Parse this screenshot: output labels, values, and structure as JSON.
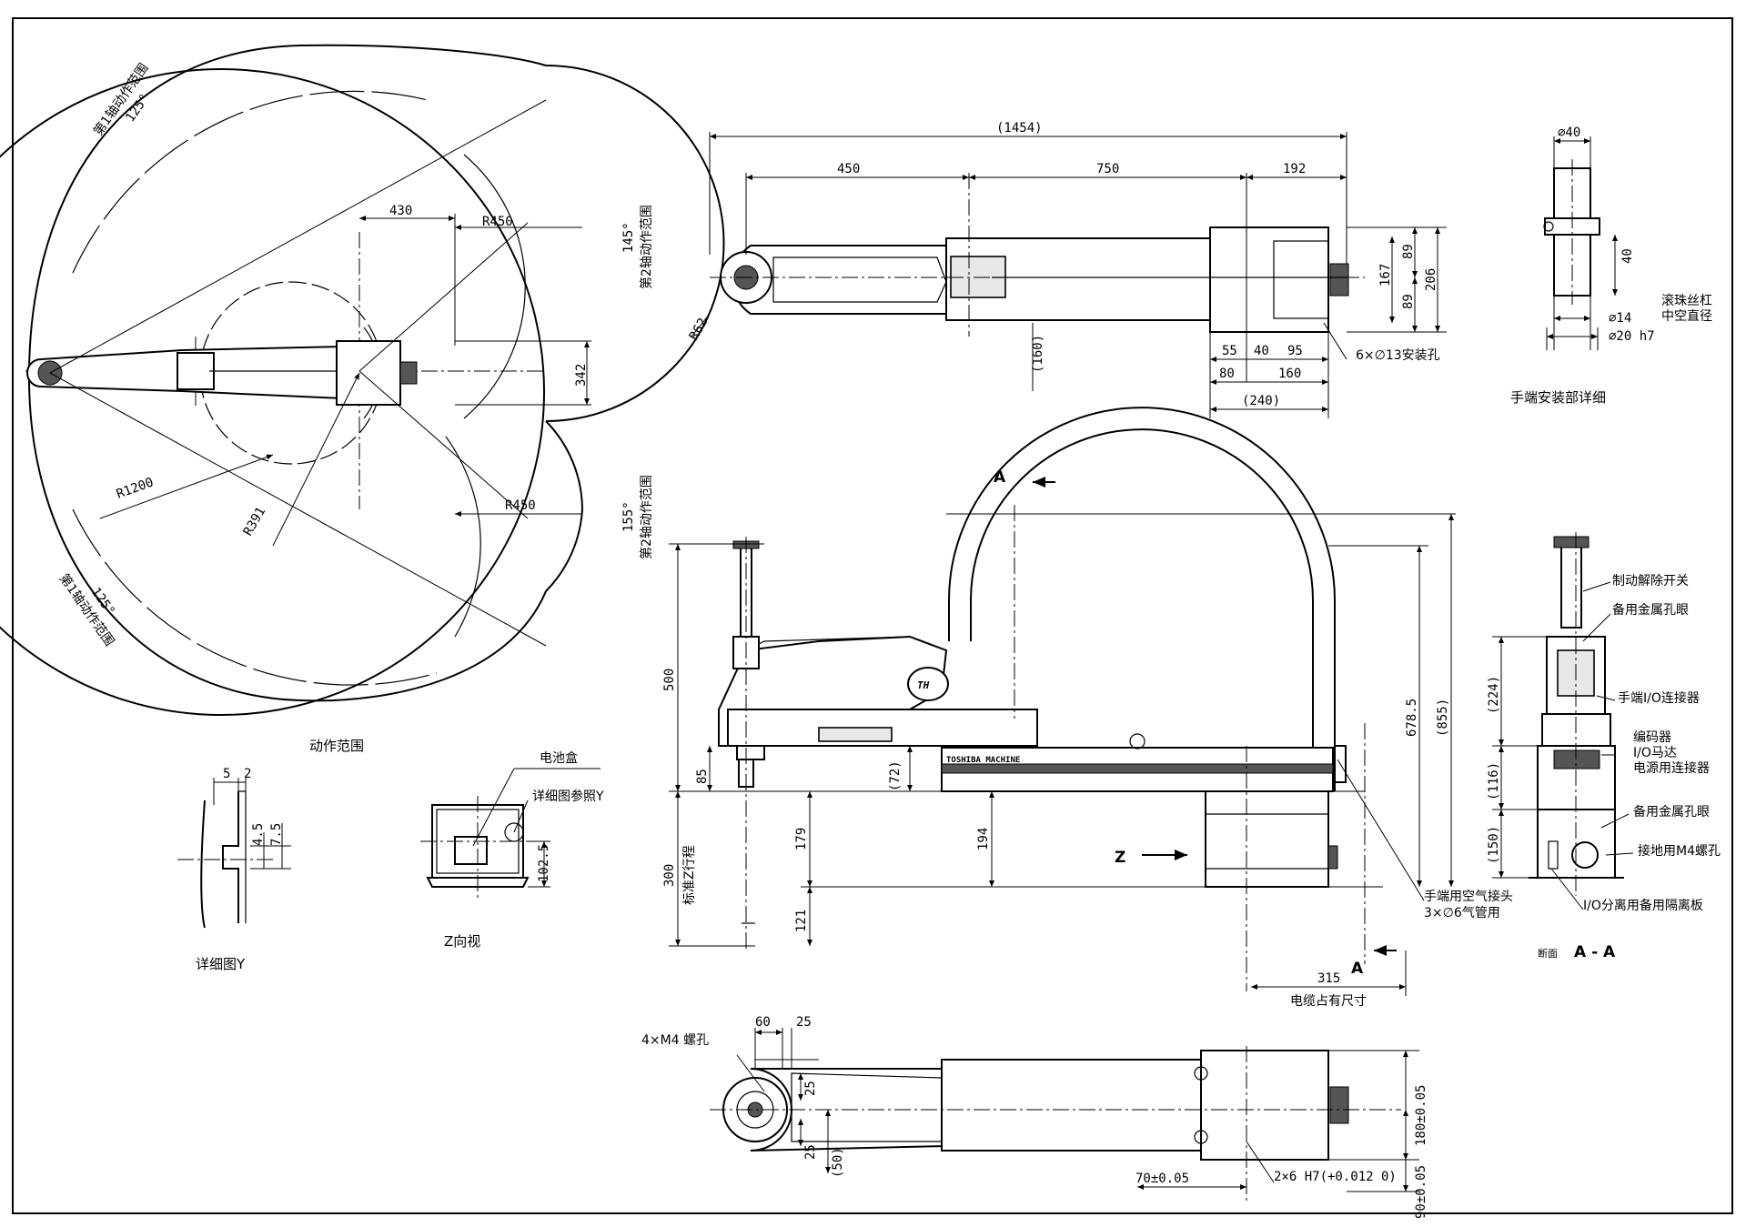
{
  "plan_view": {
    "range_axis1_top": "第1轴动作范围",
    "angle_axis1_top": "125°",
    "range_axis1_bottom": "第1轴动作范围",
    "angle_axis1_bottom": "125°",
    "range_axis2_top": "第2轴动作范围",
    "angle_axis2_top": "145°",
    "range_axis2_bottom": "第2轴动作范围",
    "angle_axis2_bottom": "155°",
    "dim_430": "430",
    "r450_top": "R450",
    "r450_bottom": "R450",
    "r1200": "R1200",
    "r391": "R391",
    "dim_342": "342",
    "caption": "动作范围"
  },
  "top_view": {
    "overall": "(1454)",
    "d450": "450",
    "d750": "750",
    "d192": "192",
    "r62": "R62",
    "d160v": "(160)",
    "d167": "167",
    "d89a": "89",
    "d89b": "89",
    "d206": "206",
    "d55": "55",
    "d40": "40",
    "d95": "95",
    "d80": "80",
    "d160": "160",
    "d240": "(240)",
    "holes": "6×∅13安装孔"
  },
  "flange_detail": {
    "d40top": "∅40",
    "d40v": "40",
    "d14": "∅14",
    "d20": "∅20 h7",
    "ballscrew": "滚珠丝杠",
    "hollow": "中空直径",
    "caption": "手端安装部详细"
  },
  "side_view": {
    "arrow_a_top": "A",
    "d500": "500",
    "d85": "85",
    "d72": "(72)",
    "d194": "194",
    "d179": "179",
    "d300": "300",
    "stroke": "标准Z行程",
    "d121": "121",
    "d678": "678.5",
    "d855": "(855)",
    "z_label": "Z",
    "air1": "手端用空气接头",
    "air2": "3×∅6气管用",
    "arrow_a_bottom": "A",
    "d315": "315",
    "cable": "电缆占有尺寸",
    "brand": "TOSHIBA MACHINE",
    "logo": "TH"
  },
  "section_aa": {
    "brake": "制动解除开关",
    "spare1": "备用金属孔眼",
    "d224": "(224)",
    "io_conn": "手端I/O连接器",
    "d116": "(116)",
    "encoder": "编码器",
    "io_motor": "I/O马达",
    "power": "电源用连接器",
    "d150": "(150)",
    "spare2": "备用金属孔眼",
    "ground": "接地用M4螺孔",
    "plate": "I/O分离用备用隔离板",
    "sec": "断面",
    "aa": "A - A"
  },
  "detail_y": {
    "d5": "5",
    "d2": "2",
    "d45": "4.5",
    "d75": "7.5",
    "caption": "详细图Y"
  },
  "z_view": {
    "battery": "电池盒",
    "ref": "详细图参照Y",
    "d1025": "102.5",
    "caption": "Z向视"
  },
  "bottom_view": {
    "screws": "4×M4 螺孔",
    "d60": "60",
    "d25a": "25",
    "d25b": "25",
    "d25c": "25",
    "d50": "(50)",
    "d70": "70±0.05",
    "pins": "2×6 H7(+0.012 0)",
    "d180": "180±0.05",
    "d90": "90±0.05"
  }
}
